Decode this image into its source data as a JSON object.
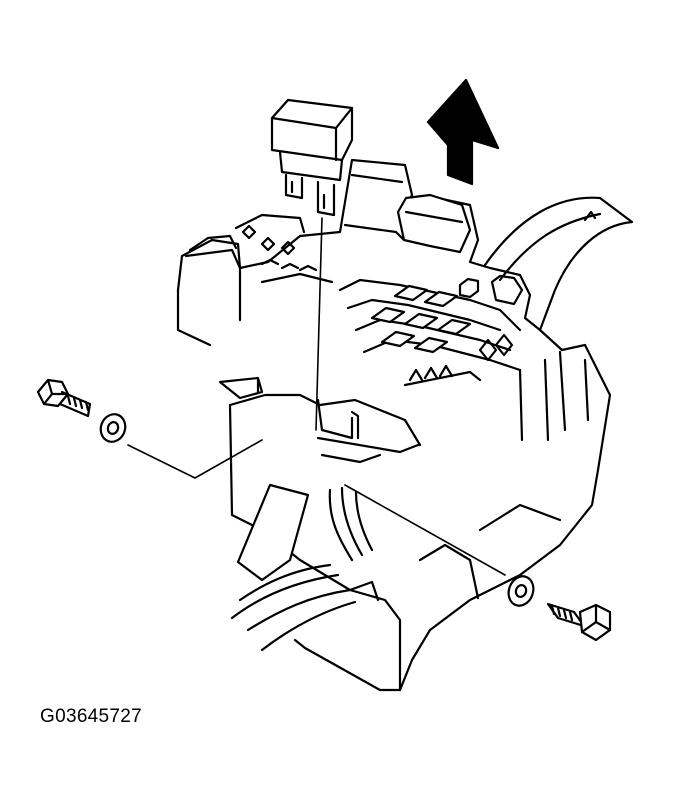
{
  "figure": {
    "id_label": "G03645727",
    "line_color": "#000000",
    "background": "#ffffff"
  },
  "parts": [
    {
      "name": "relay",
      "icon": "relay-icon"
    },
    {
      "name": "removal-arrow",
      "icon": "arrow-up-icon"
    },
    {
      "name": "fuse-relay-block",
      "icon": "fuse-block-icon"
    },
    {
      "name": "bolt",
      "icon": "bolt-icon"
    },
    {
      "name": "washer",
      "icon": "washer-icon"
    },
    {
      "name": "wiring-harness",
      "icon": "wire-harness-icon"
    }
  ]
}
